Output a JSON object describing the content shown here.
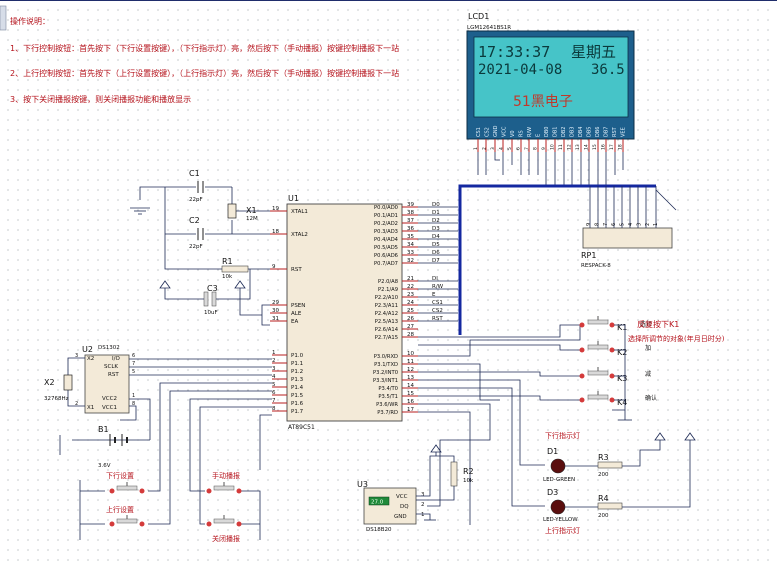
{
  "notes": {
    "title": "操作说明：",
    "line1": "1、下行控制按钮：首先按下（下行设置按键），（下行指示灯）亮，然后按下（手动播报）按键控制播报下一站",
    "line2": "2、上行控制按钮：首先按下（上行设置按键），（上行指示灯）亮，然后按下（手动播报）按键控制播报下一站",
    "line3": "3、按下关闭播报按键，则关闭播报功能和播放显示"
  },
  "lcd": {
    "ref": "LCD1",
    "part": "LGM12641BS1R",
    "line1_time": "17:33:37",
    "line1_week": "星期五",
    "line2_date": "2021-04-08",
    "line2_temp": "36.5",
    "line3": "51黑电子",
    "pins": [
      "CS1",
      "CS2",
      "GND",
      "VCC",
      "V0",
      "RS",
      "R/W",
      "E",
      "DB0",
      "DB1",
      "DB2",
      "DB3",
      "DB4",
      "DB5",
      "DB6",
      "DB7",
      "RST",
      "VEE"
    ],
    "pin_nums": [
      "1",
      "2",
      "3",
      "4",
      "5",
      "6",
      "7",
      "8",
      "9",
      "10",
      "11",
      "12",
      "13",
      "14",
      "15",
      "16",
      "17",
      "18"
    ],
    "colors": {
      "bg": "#46c4c8",
      "text": "#0b3a3c",
      "accent": "#c0392b",
      "body": "#1d5f8c"
    }
  },
  "mcu": {
    "ref": "U1",
    "part": "AT89C51",
    "left_pins": [
      {
        "num": "19",
        "name": "XTAL1"
      },
      {
        "num": "18",
        "name": "XTAL2"
      },
      {
        "num": "9",
        "name": "RST"
      },
      {
        "num": "29",
        "name": "PSEN"
      },
      {
        "num": "30",
        "name": "ALE"
      },
      {
        "num": "31",
        "name": "EA"
      },
      {
        "num": "1",
        "name": "P1.0"
      },
      {
        "num": "2",
        "name": "P1.1"
      },
      {
        "num": "3",
        "name": "P1.2"
      },
      {
        "num": "4",
        "name": "P1.3"
      },
      {
        "num": "5",
        "name": "P1.4"
      },
      {
        "num": "6",
        "name": "P1.5"
      },
      {
        "num": "7",
        "name": "P1.6"
      },
      {
        "num": "8",
        "name": "P1.7"
      }
    ],
    "right_pins": [
      {
        "num": "39",
        "name": "P0.0/AD0",
        "net": "D0"
      },
      {
        "num": "38",
        "name": "P0.1/AD1",
        "net": "D1"
      },
      {
        "num": "37",
        "name": "P0.2/AD2",
        "net": "D2"
      },
      {
        "num": "36",
        "name": "P0.3/AD3",
        "net": "D3"
      },
      {
        "num": "35",
        "name": "P0.4/AD4",
        "net": "D4"
      },
      {
        "num": "34",
        "name": "P0.5/AD5",
        "net": "D5"
      },
      {
        "num": "33",
        "name": "P0.6/AD6",
        "net": "D6"
      },
      {
        "num": "32",
        "name": "P0.7/AD7",
        "net": "D7"
      },
      {
        "num": "21",
        "name": "P2.0/A8",
        "net": "DI"
      },
      {
        "num": "22",
        "name": "P2.1/A9",
        "net": "R/W"
      },
      {
        "num": "23",
        "name": "P2.2/A10",
        "net": "E"
      },
      {
        "num": "24",
        "name": "P2.3/A11",
        "net": "CS1"
      },
      {
        "num": "25",
        "name": "P2.4/A12",
        "net": "CS2"
      },
      {
        "num": "26",
        "name": "P2.5/A13",
        "net": "RST"
      },
      {
        "num": "27",
        "name": "P2.6/A14",
        "net": ""
      },
      {
        "num": "28",
        "name": "P2.7/A15",
        "net": ""
      },
      {
        "num": "10",
        "name": "P3.0/RXD",
        "net": ""
      },
      {
        "num": "11",
        "name": "P3.1/TXD",
        "net": ""
      },
      {
        "num": "12",
        "name": "P3.2/INT0",
        "net": ""
      },
      {
        "num": "13",
        "name": "P3.3/INT1",
        "net": ""
      },
      {
        "num": "14",
        "name": "P3.4/T0",
        "net": ""
      },
      {
        "num": "15",
        "name": "P3.5/T1",
        "net": ""
      },
      {
        "num": "16",
        "name": "P3.6/WR",
        "net": ""
      },
      {
        "num": "17",
        "name": "P3.7/RD",
        "net": ""
      }
    ]
  },
  "parts": {
    "c1": {
      "ref": "C1",
      "val": "22pF"
    },
    "c2": {
      "ref": "C2",
      "val": "22pF"
    },
    "x1": {
      "ref": "X1",
      "val": "12M"
    },
    "r1": {
      "ref": "R1",
      "val": "10k"
    },
    "c3": {
      "ref": "C3",
      "val": "10uF"
    },
    "rp1": {
      "ref": "RP1",
      "val": "RESPACK-8",
      "pins": [
        "9",
        "8",
        "7",
        "6",
        "5",
        "4",
        "3",
        "2",
        "1"
      ]
    },
    "u2": {
      "ref": "U2",
      "part": "DS1302",
      "pins": {
        "x2": "X2",
        "io": "I/O",
        "sclk": "SCLK",
        "rst": "RST",
        "vcc2": "VCC2",
        "x1": "X1",
        "vcc1": "VCC1"
      },
      "nums": {
        "p3": "3",
        "p2": "2",
        "p7": "7",
        "p6": "6",
        "p5": "5",
        "p1": "1",
        "p8": "8"
      }
    },
    "x2": {
      "ref": "X2",
      "val": "32768Hz"
    },
    "b1": {
      "ref": "B1",
      "val": "3.6V"
    },
    "r2": {
      "ref": "R2",
      "val": "10k"
    },
    "u3": {
      "ref": "U3",
      "part": "DS18B20",
      "pins": {
        "vcc": "VCC",
        "dq": "DQ",
        "gnd": "GND"
      },
      "nums": {
        "p3": "3",
        "p2": "2",
        "p1": "1"
      },
      "display": "27.0"
    },
    "d1": {
      "ref": "D1",
      "part": "LED-GREEN"
    },
    "d3": {
      "ref": "D3",
      "part": "LED-YELLOW"
    },
    "r3": {
      "ref": "R3",
      "val": "200"
    },
    "r4": {
      "ref": "R4",
      "val": "200"
    },
    "k1": {
      "ref": "K1",
      "label": "选择"
    },
    "k2": {
      "ref": "K2",
      "label": "加"
    },
    "k3": {
      "ref": "K3",
      "label": "减"
    },
    "k4": {
      "ref": "K4",
      "label": "确认"
    }
  },
  "labels": {
    "k_note1": "反复按下K1",
    "k_note2": "选择所调节的对象(年月日时分)",
    "down_led": "下行指示灯",
    "up_led": "上行指示灯",
    "down_set": "下行设置",
    "manual": "手动播报",
    "up_set": "上行设置",
    "close": "关闭播报"
  }
}
